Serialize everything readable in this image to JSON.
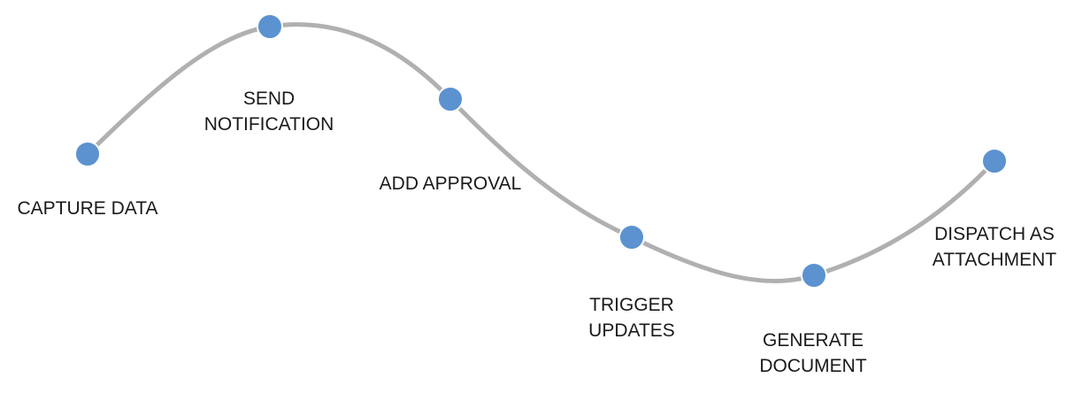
{
  "colors": {
    "path": "#b0b0b0",
    "node": "#5b92cf",
    "text": "#1a1a1a",
    "background": "#ffffff"
  },
  "steps": [
    {
      "lines": [
        "CAPTURE DATA"
      ]
    },
    {
      "lines": [
        "SEND",
        "NOTIFICATION"
      ]
    },
    {
      "lines": [
        "ADD APPROVAL"
      ]
    },
    {
      "lines": [
        "TRIGGER",
        "UPDATES"
      ]
    },
    {
      "lines": [
        "GENERATE",
        "DOCUMENT"
      ]
    },
    {
      "lines": [
        "DISPATCH AS",
        "ATTACHMENT"
      ]
    }
  ]
}
